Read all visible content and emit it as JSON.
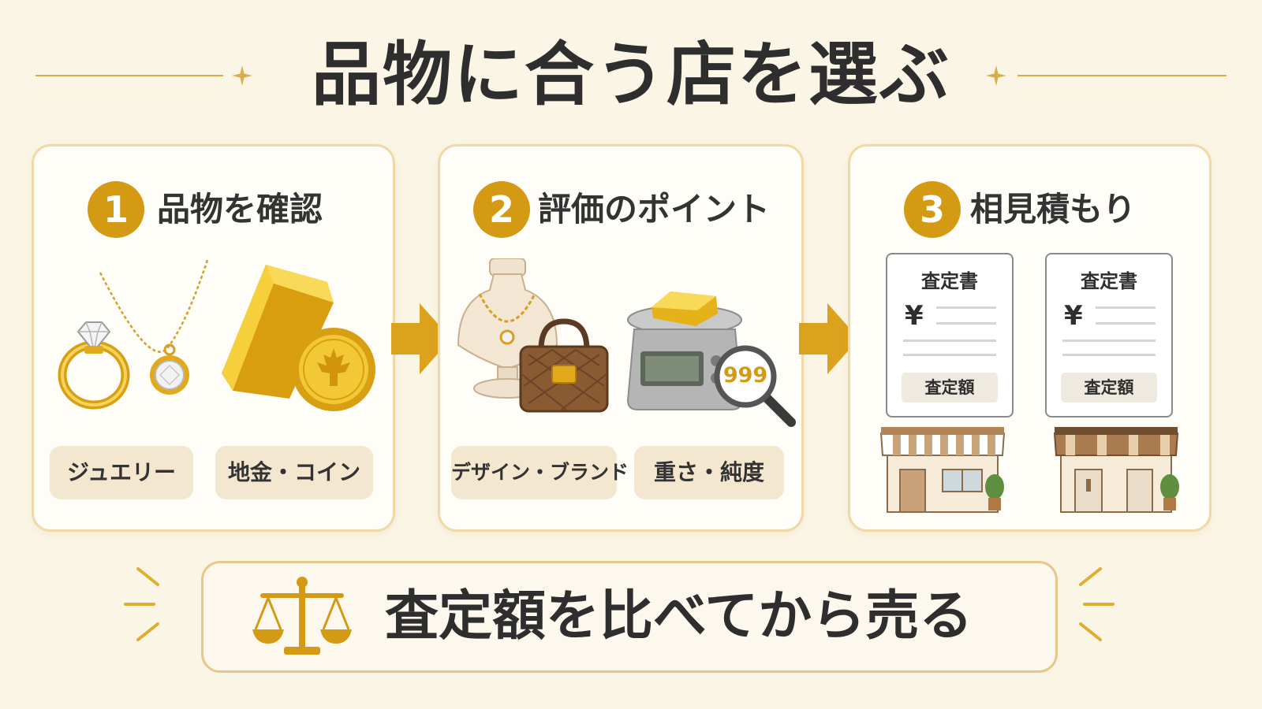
{
  "title": "品物に合う店を選ぶ",
  "steps": [
    {
      "number": "1",
      "title": "品物を確認",
      "tags": [
        "ジュエリー",
        "地金・コイン"
      ]
    },
    {
      "number": "2",
      "title": "評価のポイント",
      "tags": [
        "デザイン・ブランド",
        "重さ・純度"
      ],
      "purity_label": "999"
    },
    {
      "number": "3",
      "title": "相見積もり",
      "documents": [
        {
          "title": "査定書",
          "currency": "¥",
          "amount_label": "査定額"
        },
        {
          "title": "査定書",
          "currency": "¥",
          "amount_label": "査定額"
        }
      ]
    }
  ],
  "banner": {
    "text": "査定額を比べてから売る"
  },
  "colors": {
    "accent": "#d49a14",
    "background": "#fbf5e6",
    "card_border": "#efd9a6",
    "pill": "#f3e7cf"
  },
  "icons": [
    "sparkle-icon",
    "ring-icon",
    "necklace-icon",
    "gold-bar-icon",
    "maple-coin-icon",
    "bust-necklace-icon",
    "handbag-icon",
    "scale-icon",
    "magnifier-icon",
    "shop-icon",
    "balance-scale-icon",
    "arrow-right-icon"
  ]
}
